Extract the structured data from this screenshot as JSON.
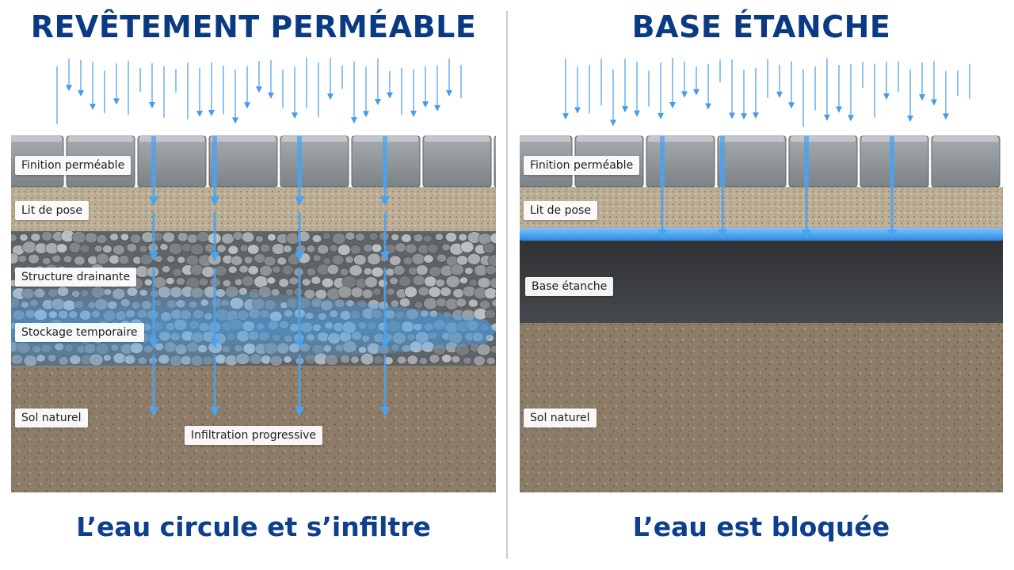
{
  "left": {
    "title": "REVÊTEMENT PERMÉABLE",
    "caption": "L’eau circule et s’infiltre",
    "layers": {
      "finish": "Finition perméable",
      "bed": "Lit de pose",
      "drainage": "Structure drainante",
      "storage": "Stockage temporaire",
      "soil": "Sol naturel",
      "infiltration": "Infiltration progressive"
    }
  },
  "right": {
    "title": "BASE ÉTANCHE",
    "caption": "L’eau est bloquée",
    "layers": {
      "finish": "Finition perméable",
      "bed": "Lit de pose",
      "base": "Base étanche",
      "soil": "Sol naturel"
    }
  },
  "colors": {
    "title": "#0b3a84",
    "water": "#4aa3f0",
    "paver": "#8e9398",
    "bedding": "#b9ab92",
    "gravel": "#6f7478",
    "soil": "#8b7a66",
    "impermeable": "#3b3d40"
  }
}
